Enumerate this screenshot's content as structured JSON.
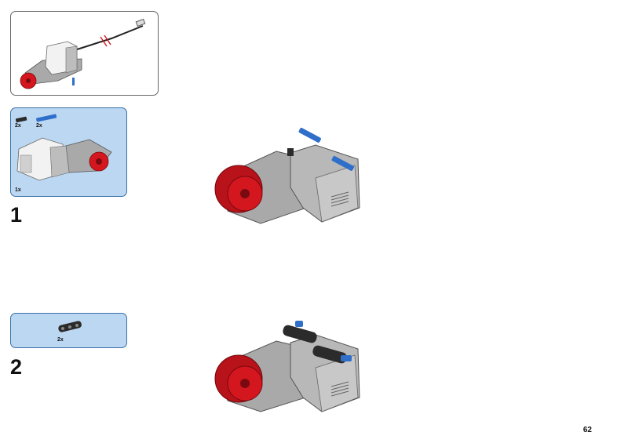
{
  "page": {
    "number": "62"
  },
  "steps": [
    {
      "number": "1",
      "parts": [
        {
          "name": "black axle pin",
          "qty": "2x"
        },
        {
          "name": "blue axle pin",
          "qty": "2x"
        },
        {
          "name": "large motor",
          "qty": "1x"
        }
      ]
    },
    {
      "number": "2",
      "parts": [
        {
          "name": "black beam 3",
          "qty": "2x"
        }
      ]
    }
  ],
  "colors": {
    "parts_background": "#bcd7f2",
    "parts_border": "#3a6fa8",
    "motor_grey": "#a9a9a9",
    "motor_white": "#f2f2f2",
    "hub_red": "#d4161f",
    "pin_blue": "#2f6fc9",
    "beam_black": "#2b2b2b"
  },
  "icons": {
    "cable_break": "break-mark-icon"
  }
}
